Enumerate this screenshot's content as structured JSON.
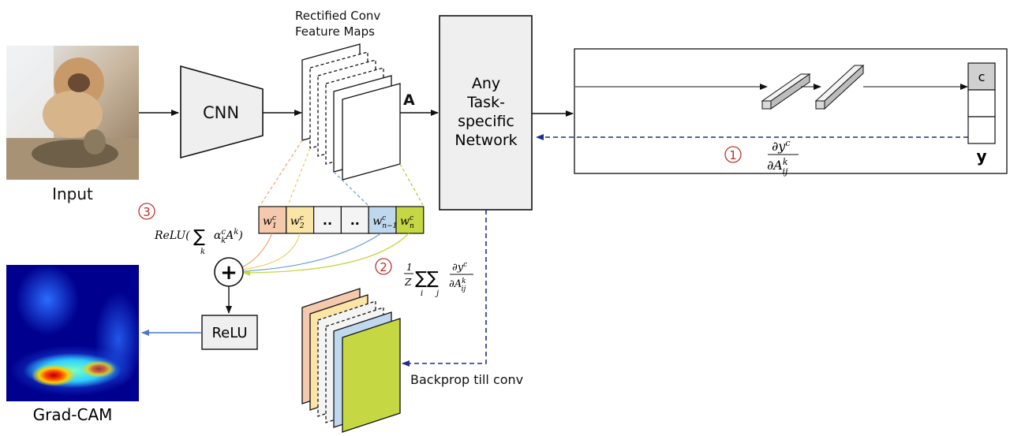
{
  "labels": {
    "input": "Input",
    "cnn": "CNN",
    "rectified_line1": "Rectified Conv",
    "rectified_line2": "Feature Maps",
    "feature_A": "A",
    "task_network_lines": [
      "Any",
      "Task-",
      "specific",
      "Network"
    ],
    "class_cell": "c",
    "output_y": "y",
    "relu_box": "ReLU",
    "backprop": "Backprop till conv",
    "gradcam": "Grad-CAM"
  },
  "weights": [
    {
      "base": "w",
      "sup": "c",
      "sub": "1",
      "fill": "#f5c9ad"
    },
    {
      "base": "w",
      "sup": "c",
      "sub": "2",
      "fill": "#fbe5a6"
    },
    {
      "text": "..",
      "fill": "#f4f4f4"
    },
    {
      "text": "..",
      "fill": "#f4f4f4"
    },
    {
      "base": "w",
      "sup": "c",
      "sub": "n−1",
      "fill": "#c0d8ee"
    },
    {
      "base": "w",
      "sup": "c",
      "sub": "n",
      "fill": "#c5d843"
    }
  ],
  "steps": [
    "1",
    "2",
    "3"
  ],
  "formulas": {
    "step1_num": "∂y",
    "step1_num_sup": "c",
    "step1_den": "∂A",
    "step1_den_sup": "k",
    "step1_den_sub": "ij",
    "step2_frac_num": "1",
    "step2_frac_den": "Z",
    "step2_sum": "∑∑",
    "step2_i": "i",
    "step2_j": "j",
    "step2_num": "∂y",
    "step2_num_sup": "c",
    "step2_den": "∂A",
    "step2_den_sup": "k",
    "step2_den_sub": "ij",
    "step3_relu": "ReLU(",
    "step3_sum": "∑",
    "step3_k": "k",
    "step3_alpha": "α",
    "step3_alpha_sup": "c",
    "step3_alpha_sub": "k",
    "step3_A": "A",
    "step3_A_sup": "k",
    "step3_close": ")"
  },
  "plus_symbol": "+",
  "colors": {
    "step_marker": "#c0302b",
    "gradient_arrow": "#1f2e8c",
    "gradcam_arrow": "#4a76c6",
    "network_fill": "#efefef",
    "map_orange": "#f5c9ad",
    "map_yellow": "#fbe5a6",
    "map_blue": "#c0d8ee",
    "map_green": "#c5d843"
  }
}
